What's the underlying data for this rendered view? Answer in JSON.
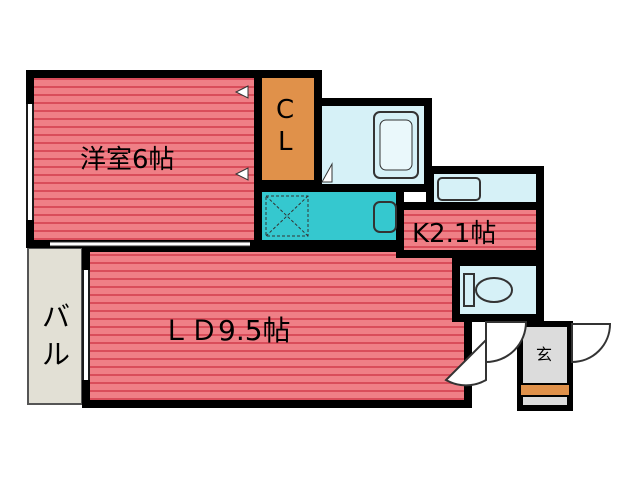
{
  "rooms": {
    "western_room": "洋室6帖",
    "living_dining": "ＬＤ9.5帖",
    "kitchen": "K2.1帖",
    "balcony_line1": "バ",
    "balcony_line2": "ル",
    "closet_line1": "C",
    "closet_line2": "L",
    "entrance": "玄"
  },
  "colors": {
    "room_floor": "#ef7f86",
    "room_stripe": "#d94d5a",
    "closet": "#e0914a",
    "wet_area": "#d6f1f7",
    "laundry": "#35c8cf",
    "balcony": "#e2e0d5",
    "entrance_floor": "#dcdcdc",
    "wall": "#000000"
  }
}
